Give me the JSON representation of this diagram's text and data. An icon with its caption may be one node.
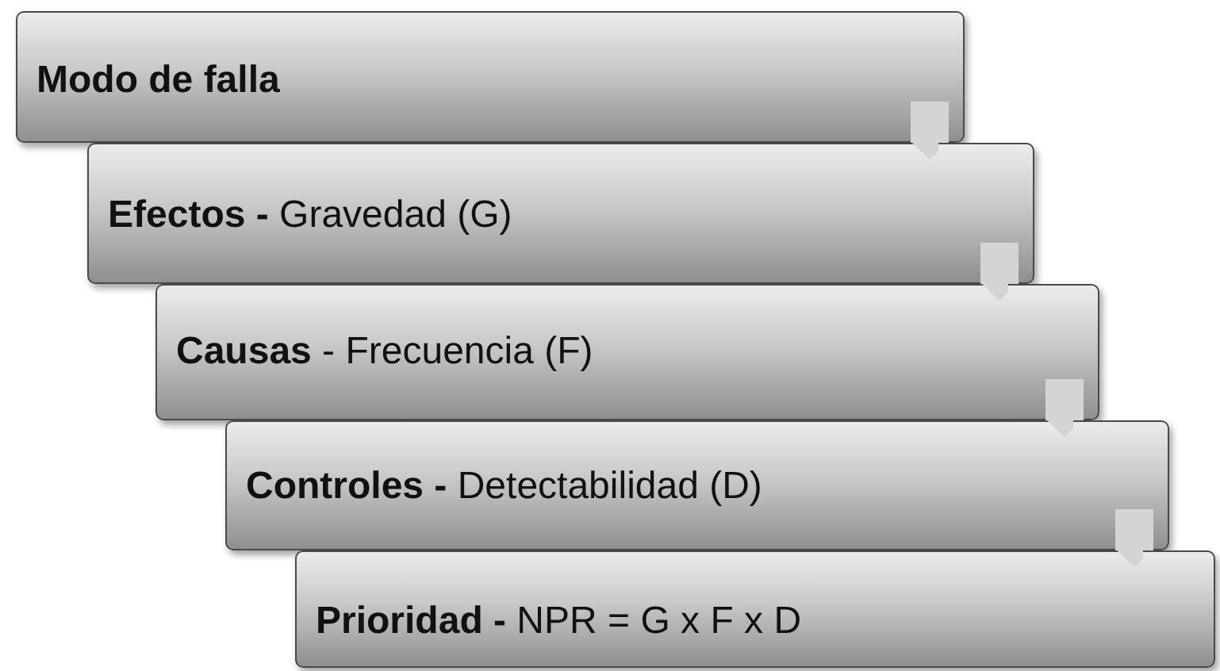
{
  "diagram": {
    "nodes": [
      {
        "text": [
          "Modo de falla"
        ]
      },
      {
        "text": [
          "**Efectos -** Gravedad (G)"
        ]
      },
      {
        "text": [
          "**Causas** - Frecuencia (F)"
        ]
      },
      {
        "text": [
          "**Controles -** Detectabilidad (D)"
        ]
      },
      {
        "text": [
          "**Prioridad -** NPR = G x F x D"
        ]
      }
    ],
    "edges": [
      {
        "from": 0,
        "to": 1,
        "arrow": "to"
      },
      {
        "from": 1,
        "to": 2,
        "arrow": "to"
      },
      {
        "from": 2,
        "to": 3,
        "arrow": "to"
      },
      {
        "from": 3,
        "to": 4,
        "arrow": "to"
      }
    ]
  }
}
